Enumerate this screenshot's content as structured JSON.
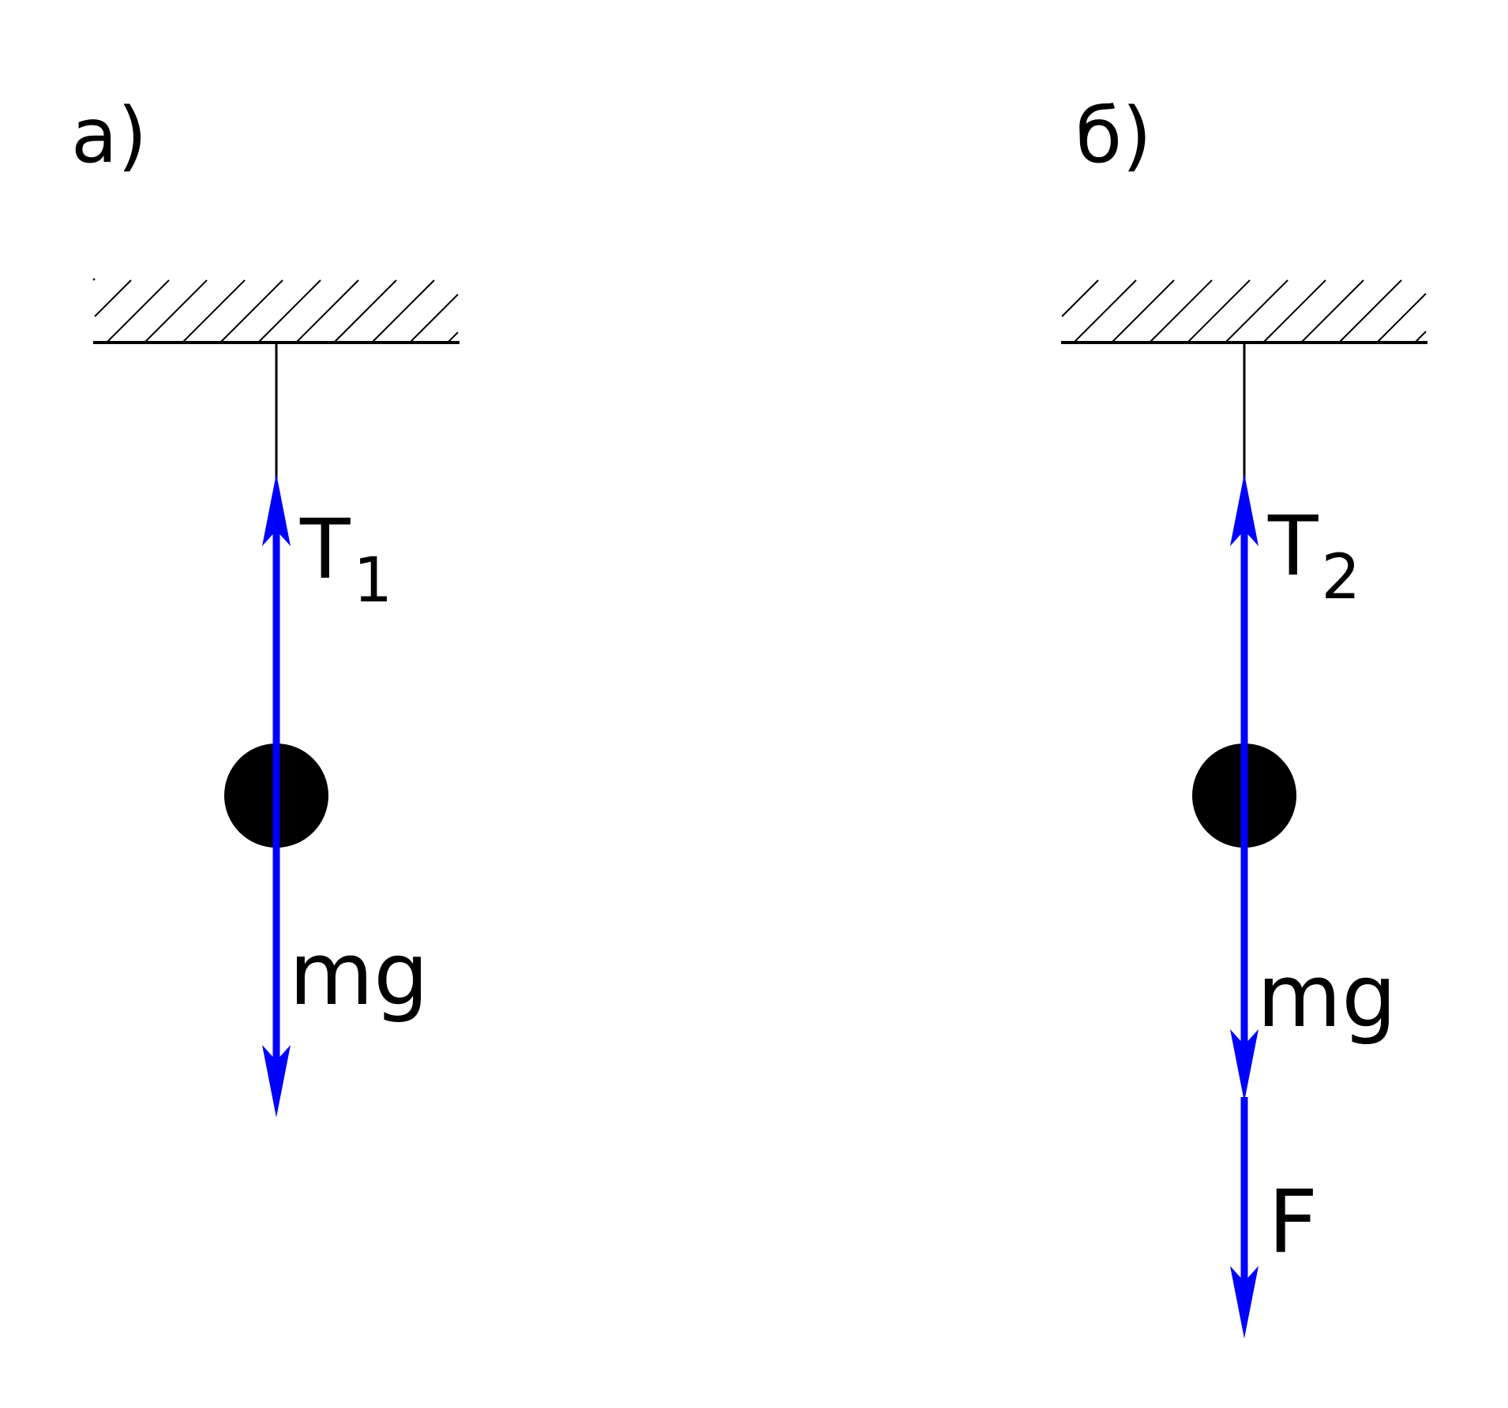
{
  "panels": [
    {
      "label": "a)",
      "tension_label": "T",
      "tension_subscript": "1",
      "weight_label": "mg",
      "extra_force_label": ""
    },
    {
      "label": "б)",
      "tension_label": "T",
      "tension_subscript": "2",
      "weight_label": "mg",
      "extra_force_label": "F"
    }
  ],
  "colors": {
    "force_arrow": "#0000ff",
    "line": "#000000",
    "ball": "#000000",
    "background": "#ffffff"
  }
}
